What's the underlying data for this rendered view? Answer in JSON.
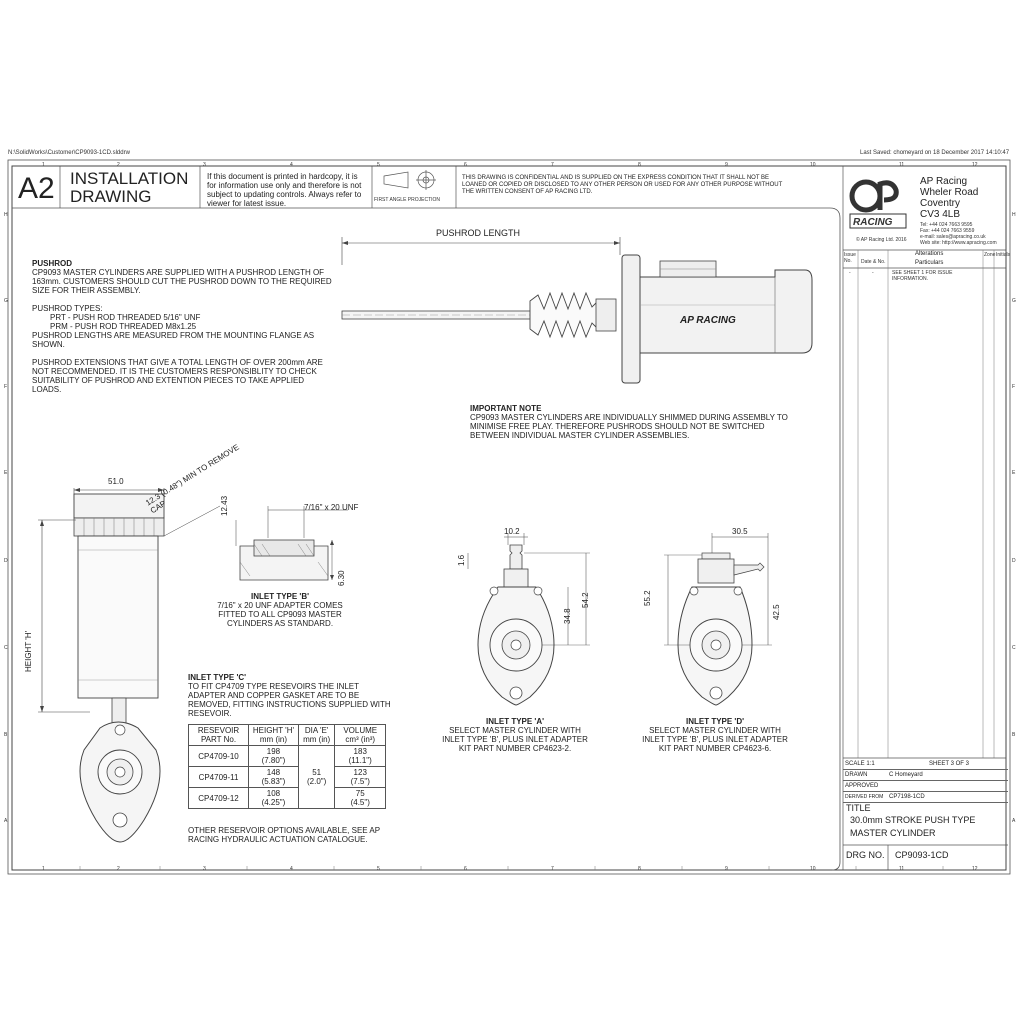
{
  "file_path": "N:\\SolidWorks\\Customer\\CP9093-1CD.slddrw",
  "last_saved": "Last Saved: chomeyard on 18 December 2017 14:10:47",
  "grid": {
    "cols_top": [
      "1",
      "2",
      "3",
      "4",
      "5",
      "6",
      "7",
      "8",
      "9",
      "10",
      "11",
      "12"
    ],
    "rows_left": [
      "H",
      "G",
      "F",
      "E",
      "D",
      "C",
      "B",
      "A"
    ]
  },
  "header": {
    "size": "A2",
    "title_line1": "INSTALLATION",
    "title_line2": "DRAWING",
    "hardcopy_note": "If this document is printed in hardcopy, it is for information use only and therefore is not subject to updating controls. Always refer to viewer for latest issue.",
    "projection": "FIRST ANGLE PROJECTION",
    "confidential": "THIS DRAWING IS CONFIDENTIAL AND IS SUPPLIED ON THE EXPRESS CONDITION THAT IT SHALL NOT BE LOANED OR COPIED OR DISCLOSED TO ANY OTHER PERSON OR USED FOR ANY OTHER PURPOSE WITHOUT THE WRITTEN CONSENT OF AP RACING LTD."
  },
  "company": {
    "logo_text": "RACING",
    "logo_letters": "ap",
    "name": "AP Racing",
    "address1": "Wheler Road",
    "address2": "Coventry",
    "postcode": "CV3 4LB",
    "tel": "Tel: +44 024 7663 9595",
    "fax": "Fax: +44 024 7663 9559",
    "email": "e-mail: sales@apracing.co.uk",
    "web": "Web site: http://www.apracing.com",
    "copyright": "© AP Racing Ltd. 2016"
  },
  "alterations": {
    "issue_no_label": "Issue No.",
    "date_label": "Date & No.",
    "alterations_label": "Alterations",
    "particulars_label": "Particulars",
    "zone_label": "Zone",
    "initials_label": "Initials",
    "row_issue": "-",
    "row_date": "-",
    "row_particulars": "SEE SHEET 1 FOR ISSUE INFORMATION."
  },
  "title_block": {
    "scale": "SCALE  1:1",
    "sheet": "SHEET  3  OF  3",
    "drawn_label": "DRAWN",
    "drawn_value": "C Homeyard",
    "approved_label": "APPROVED",
    "derived_label": "DERIVED FROM",
    "derived_value": "CP7198-1CD",
    "title_label": "TITLE",
    "title_line1": "30.0mm STROKE PUSH TYPE",
    "title_line2": "MASTER CYLINDER",
    "drg_label": "DRG NO.",
    "drg_value": "CP9093-1CD"
  },
  "pushrod": {
    "heading": "PUSHROD",
    "p1": "CP9093 MASTER CYLINDERS ARE SUPPLIED WITH A PUSHROD LENGTH OF 163mm. CUSTOMERS SHOULD CUT THE PUSHROD DOWN TO THE REQUIRED SIZE FOR THEIR ASSEMBLY.",
    "types_heading": "PUSHROD TYPES:",
    "type1": "PRT - PUSH ROD THREADED 5/16\" UNF",
    "type2": "PRM - PUSH ROD THREADED M8x1.25",
    "p2": "PUSHROD LENGTHS ARE MEASURED FROM THE MOUNTING FLANGE AS SHOWN.",
    "p3": "PUSHROD EXTENSIONS THAT GIVE A TOTAL LENGTH OF OVER 200mm ARE NOT RECOMMENDED. IT IS THE CUSTOMERS RESPONSIBLITY TO CHECK SUITABILITY OF PUSHROD AND EXTENTION PIECES TO TAKE APPLIED LOADS.",
    "dim_label": "PUSHROD LENGTH"
  },
  "important_note": {
    "heading": "IMPORTANT NOTE",
    "text": "CP9093 MASTER CYLINDERS ARE INDIVIDUALLY SHIMMED DURING ASSEMBLY TO MINIMISE FREE PLAY. THEREFORE PUSHRODS SHOULD NOT BE SWITCHED BETWEEN INDIVIDUAL MASTER CYLINDER ASSEMBLIES."
  },
  "side_view": {
    "dim_width": "51.0",
    "dim_cap": "12.3 (0.48\") MIN TO REMOVE CAP",
    "height_label": "HEIGHT 'H'"
  },
  "inlet_b": {
    "thread_label": "7/16\" x 20 UNF",
    "dim_12": "12.43",
    "dim_6": "6.30",
    "heading": "INLET TYPE 'B'",
    "text": "7/16\" x 20 UNF ADAPTER COMES FITTED TO ALL CP9093 MASTER CYLINDERS AS STANDARD."
  },
  "inlet_c": {
    "heading": "INLET TYPE 'C'",
    "text": "TO FIT CP4709 TYPE RESEVOIRS THE INLET ADAPTER AND COPPER GASKET ARE TO BE REMOVED, FITTING INSTRUCTIONS SUPPLIED WITH RESEVOIR.",
    "table_headers": [
      "RESEVOIR PART No.",
      "HEIGHT 'H' mm (in)",
      "DIA 'E' mm (in)",
      "VOLUME cm³ (in³)"
    ],
    "rows": [
      {
        "part": "CP4709-10",
        "height": "198",
        "height_in": "(7.80\")",
        "volume": "183",
        "volume_in": "(11.1\")"
      },
      {
        "part": "CP4709-11",
        "height": "148",
        "height_in": "(5.83\")",
        "volume": "123",
        "volume_in": "(7.5\")"
      },
      {
        "part": "CP4709-12",
        "height": "108",
        "height_in": "(4.25\")",
        "volume": "75",
        "volume_in": "(4.5\")"
      }
    ],
    "dia": "51",
    "dia_in": "(2.0\")",
    "footer": "OTHER RESERVOIR OPTIONS AVAILABLE, SEE AP RACING HYDRAULIC ACTUATION CATALOGUE."
  },
  "inlet_a": {
    "dim_top": "10.2",
    "dim_1": "1.6",
    "dim_2": "34.8",
    "dim_3": "54.2",
    "heading": "INLET TYPE 'A'",
    "text": "SELECT MASTER CYLINDER WITH INLET TYPE 'B', PLUS INLET ADAPTER KIT PART NUMBER CP4623-2."
  },
  "inlet_d": {
    "dim_top": "30.5",
    "dim_1": "55.2",
    "dim_2": "42.5",
    "heading": "INLET TYPE 'D'",
    "text": "SELECT MASTER CYLINDER WITH INLET TYPE 'B', PLUS INLET ADAPTER KIT PART NUMBER CP4623-6."
  }
}
